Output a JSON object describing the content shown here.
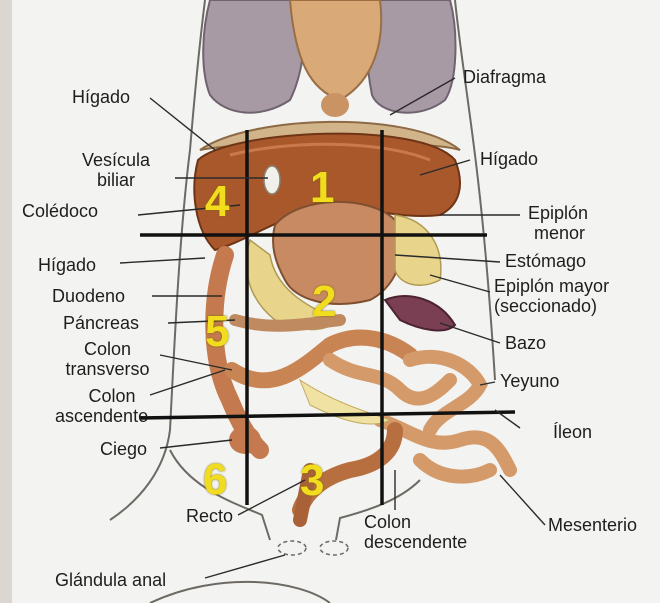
{
  "labels": {
    "higado_top": "Hígado",
    "diafragma": "Diafragma",
    "vesicula_l1": "Vesícula",
    "vesicula_l2": "biliar",
    "higado_right": "Hígado",
    "coledoco": "Colédoco",
    "epiplon_menor_l1": "Epiplón",
    "epiplon_menor_l2": "menor",
    "higado_left": "Hígado",
    "estomago": "Estómago",
    "duodeno": "Duodeno",
    "epiplon_mayor_l1": "Epiplón mayor",
    "epiplon_mayor_l2": "(seccionado)",
    "pancreas": "Páncreas",
    "colon_transverso_l1": "Colon",
    "colon_transverso_l2": "transverso",
    "bazo": "Bazo",
    "colon_ascendente_l1": "Colon",
    "colon_ascendente_l2": "ascendente",
    "yeyuno": "Yeyuno",
    "ileon": "Íleon",
    "ciego": "Ciego",
    "recto": "Recto",
    "colon_descendente_l1": "Colon",
    "colon_descendente_l2": "descendente",
    "mesenterio": "Mesenterio",
    "glandula_anal": "Glándula anal"
  },
  "quadrants": {
    "q1": "1",
    "q2": "2",
    "q3": "3",
    "q4": "4",
    "q5": "5",
    "q6": "6"
  },
  "colors": {
    "quadrant_number": "#f2dc1e",
    "grid_line": "#111111",
    "label_text": "#1e1e1e",
    "background": "#f3f3f1"
  }
}
